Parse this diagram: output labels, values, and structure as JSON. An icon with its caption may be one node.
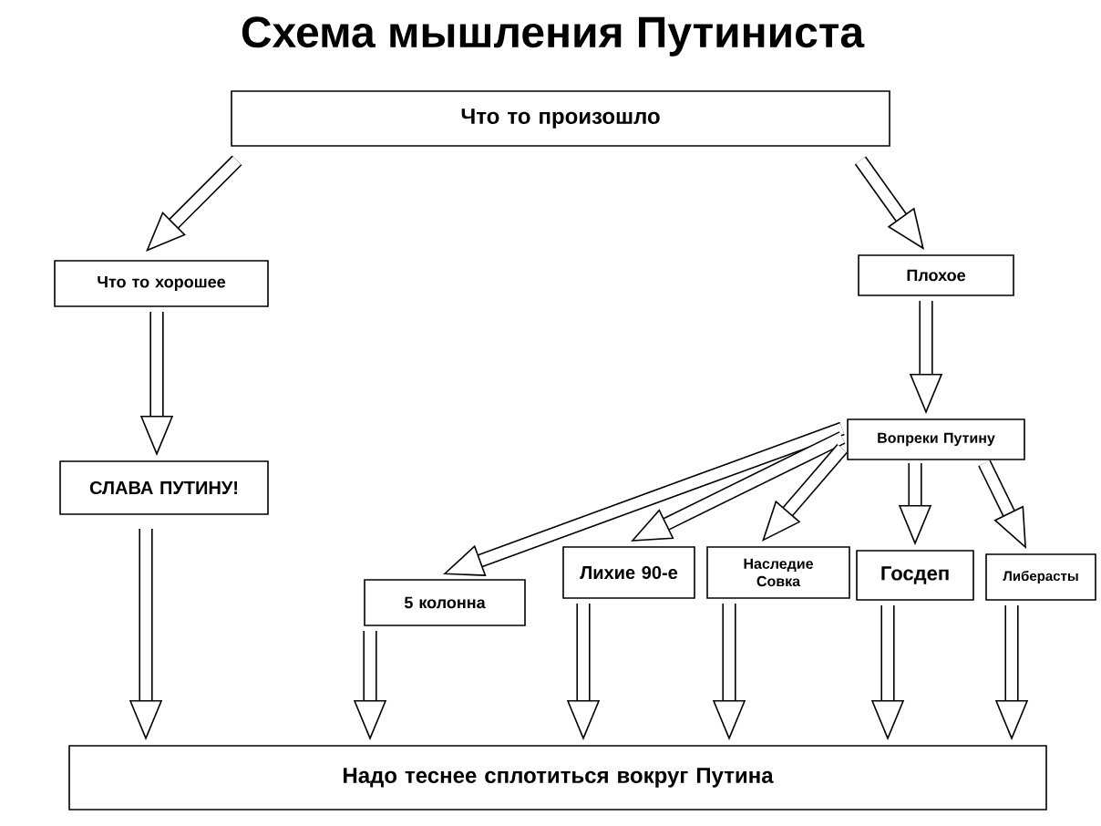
{
  "diagram": {
    "title": "Схема мышления Путиниста",
    "nodes": [
      {
        "text": [
          "Что то произошло"
        ]
      },
      {
        "text": [
          "Что то хорошее"
        ]
      },
      {
        "text": [
          "Плохое"
        ]
      },
      {
        "text": [
          "СЛАВА ПУТИНУ!"
        ]
      },
      {
        "text": [
          "Вопреки Путину"
        ]
      },
      {
        "text": [
          "5 колонна"
        ]
      },
      {
        "text": [
          "Лихие 90-е"
        ]
      },
      {
        "text": [
          "Наследие Совка"
        ]
      },
      {
        "text": [
          "Госдеп"
        ]
      },
      {
        "text": [
          "Либерасты"
        ]
      },
      {
        "text": [
          "Надо теснее сплотиться вокруг Путина"
        ]
      }
    ],
    "edges": [
      {
        "from": 0,
        "to": 1,
        "arrow": "to"
      },
      {
        "from": 0,
        "to": 2,
        "arrow": "to"
      },
      {
        "from": 1,
        "to": 3,
        "arrow": "to"
      },
      {
        "from": 2,
        "to": 4,
        "arrow": "to"
      },
      {
        "from": 4,
        "to": 5,
        "arrow": "to"
      },
      {
        "from": 4,
        "to": 6,
        "arrow": "to"
      },
      {
        "from": 4,
        "to": 7,
        "arrow": "to"
      },
      {
        "from": 4,
        "to": 8,
        "arrow": "to"
      },
      {
        "from": 4,
        "to": 9,
        "arrow": "to"
      },
      {
        "from": 3,
        "to": 10,
        "arrow": "to"
      },
      {
        "from": 5,
        "to": 10,
        "arrow": "to"
      },
      {
        "from": 6,
        "to": 10,
        "arrow": "to"
      },
      {
        "from": 7,
        "to": 10,
        "arrow": "to"
      },
      {
        "from": 8,
        "to": 10,
        "arrow": "to"
      },
      {
        "from": 9,
        "to": 10,
        "arrow": "to"
      }
    ]
  }
}
